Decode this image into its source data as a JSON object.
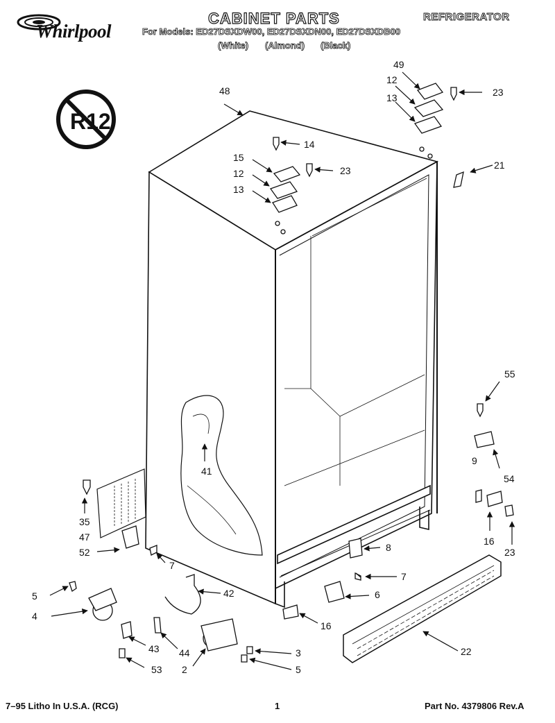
{
  "header": {
    "brand": "Whirlpool",
    "title": "CABINET PARTS",
    "category": "REFRIGERATOR",
    "models_line": "For Models: ED27DSXDW00, ED27DSXDN00, ED27DSXDB00",
    "colors": [
      "(White)",
      "(Almond)",
      "(Black)"
    ]
  },
  "badge": {
    "text": "R12"
  },
  "callouts": [
    {
      "id": "c48",
      "label": "48"
    },
    {
      "id": "c49",
      "label": "49"
    },
    {
      "id": "c12a",
      "label": "12"
    },
    {
      "id": "c23a",
      "label": "23"
    },
    {
      "id": "c13a",
      "label": "13"
    },
    {
      "id": "c14",
      "label": "14"
    },
    {
      "id": "c15",
      "label": "15"
    },
    {
      "id": "c23b",
      "label": "23"
    },
    {
      "id": "c12b",
      "label": "12"
    },
    {
      "id": "c13b",
      "label": "13"
    },
    {
      "id": "c21",
      "label": "21"
    },
    {
      "id": "c55",
      "label": "55"
    },
    {
      "id": "c41",
      "label": "41"
    },
    {
      "id": "c9",
      "label": "9"
    },
    {
      "id": "c54",
      "label": "54"
    },
    {
      "id": "c35",
      "label": "35"
    },
    {
      "id": "c47",
      "label": "47"
    },
    {
      "id": "c16a",
      "label": "16"
    },
    {
      "id": "c23c",
      "label": "23"
    },
    {
      "id": "c52",
      "label": "52"
    },
    {
      "id": "c7a",
      "label": "7"
    },
    {
      "id": "c8",
      "label": "8"
    },
    {
      "id": "c7b",
      "label": "7"
    },
    {
      "id": "c5a",
      "label": "5"
    },
    {
      "id": "c42",
      "label": "42"
    },
    {
      "id": "c6",
      "label": "6"
    },
    {
      "id": "c4",
      "label": "4"
    },
    {
      "id": "c16b",
      "label": "16"
    },
    {
      "id": "c22",
      "label": "22"
    },
    {
      "id": "c43",
      "label": "43"
    },
    {
      "id": "c44",
      "label": "44"
    },
    {
      "id": "c3",
      "label": "3"
    },
    {
      "id": "c53",
      "label": "53"
    },
    {
      "id": "c2",
      "label": "2"
    },
    {
      "id": "c5b",
      "label": "5"
    }
  ],
  "footer": {
    "left": "7–95 Litho In U.S.A. (RCG)",
    "page": "1",
    "right": "Part No. 4379806 Rev.A"
  }
}
